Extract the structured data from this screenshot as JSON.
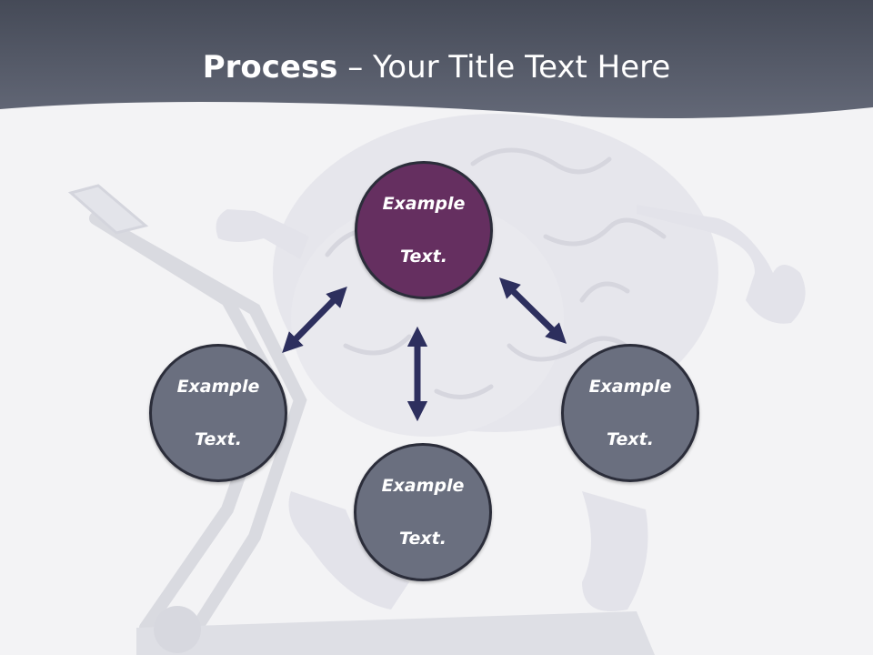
{
  "slide": {
    "title_bold": "Process",
    "title_rest": " – Your Title Text Here"
  },
  "nodes": {
    "top": {
      "line1": "Example",
      "line2": "Text."
    },
    "left": {
      "line1": "Example",
      "line2": "Text."
    },
    "bottom": {
      "line1": "Example",
      "line2": "Text."
    },
    "right": {
      "line1": "Example",
      "line2": "Text."
    }
  },
  "colors": {
    "header": "#4a4f5e",
    "accent_node": "#652f60",
    "node": "#6a6f7f",
    "arrow": "#2d2f5e"
  },
  "icons": [
    "brain-illustration",
    "treadmill-illustration",
    "double-arrow-icon"
  ]
}
